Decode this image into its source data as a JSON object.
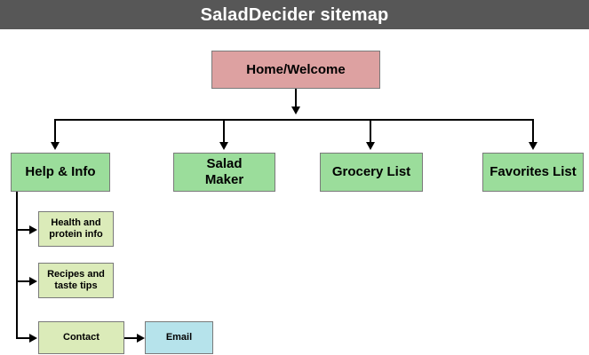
{
  "header": {
    "title": "SaladDecider sitemap",
    "background_color": "#575757",
    "text_color": "#ffffff"
  },
  "colors": {
    "root_box": "#dda1a1",
    "main_box": "#9bdd9b",
    "sub_box": "#dbebb9",
    "external_box": "#b6e3eb",
    "border": "#7a7a7a",
    "connector": "#000000",
    "page_background": "#ffffff"
  },
  "diagram": {
    "type": "sitemap",
    "root": {
      "label": "Home/Welcome"
    },
    "main_sections": [
      {
        "label": "Help & Info"
      },
      {
        "label": "Salad\nMaker",
        "line1": "Salad",
        "line2": "Maker"
      },
      {
        "label": "Grocery List"
      },
      {
        "label": "Favorites List"
      }
    ],
    "help_children": [
      {
        "label": "Health and\nprotein info",
        "line1": "Health and",
        "line2": "protein info"
      },
      {
        "label": "Recipes and\ntaste tips",
        "line1": "Recipes and",
        "line2": "taste tips"
      },
      {
        "label": "Contact",
        "child": {
          "label": "Email"
        }
      }
    ]
  }
}
